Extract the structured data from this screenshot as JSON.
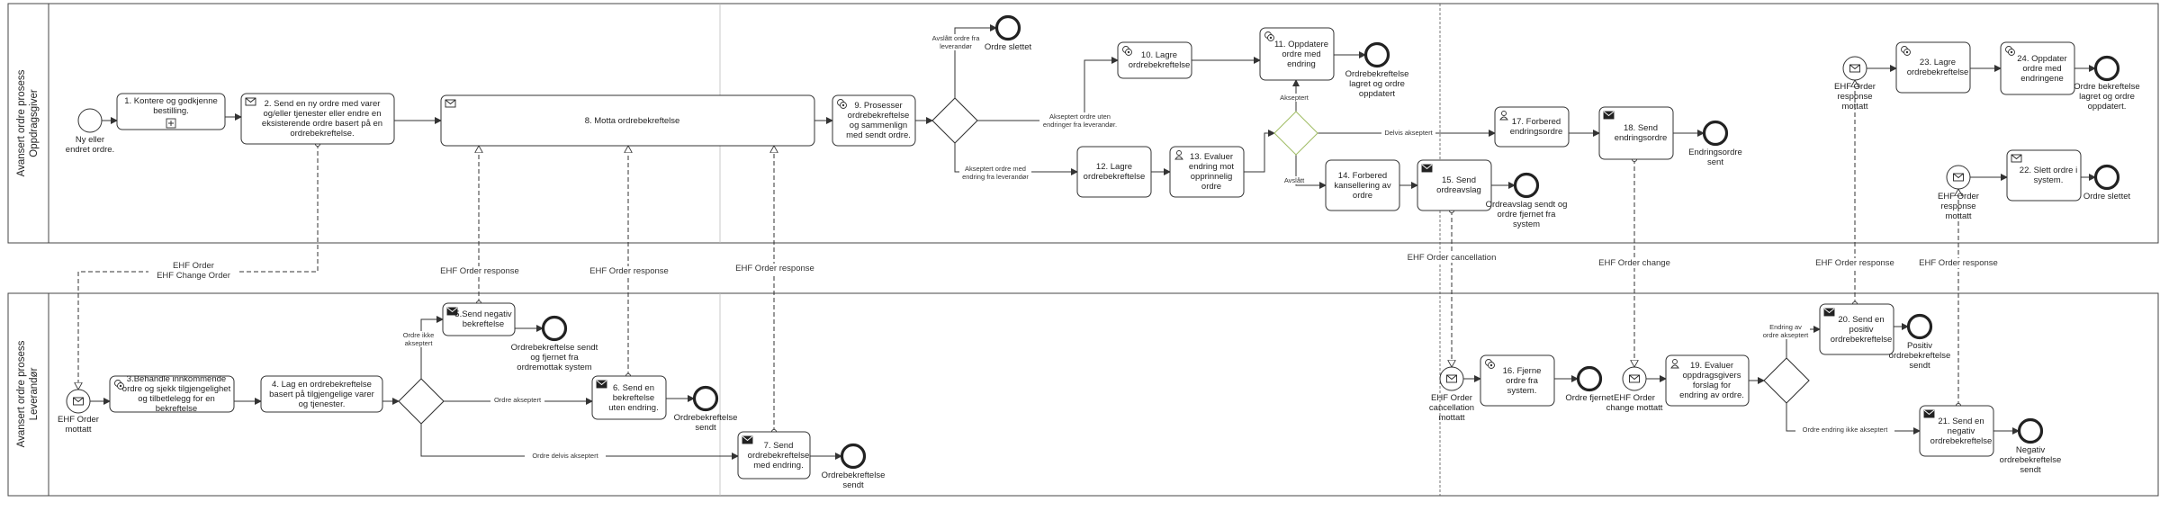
{
  "pools": {
    "top": "Avansert ordre prosess\nOppdragsgiver",
    "bottom": "Avansert ordre prosess\nLeverandør"
  },
  "tasks": {
    "t1": "1. Kontere og godkjenne bestilling.",
    "t2": "2. Send en ny ordre med varer og/eller tjenester eller endre en eksisterende ordre basert på en ordrebekreftelse.",
    "t3": "3.Behandle innkommende ordre og sjekk tilgjengelighet og tilbetlelegg for en bekreftelse",
    "t4": "4. Lag en ordrebekreftelse basert på tilgjengelige varer og tjenester.",
    "t5": "5.Send negativ bekreftelse",
    "t6": "6. Send en bekreftelse uten endring.",
    "t7": "7. Send ordrebekreftelse med endring.",
    "t8": "8. Motta ordrebekreftelse",
    "t9": "9. Prosesser ordrebekreftelse og sammenlign med sendt ordre.",
    "t10": "10. Lagre ordrebekreftelse",
    "t11": "11. Oppdatere ordre med endring",
    "t12": "12. Lagre ordrebekreftelse",
    "t13": "13. Evaluer endring mot opprinnelig ordre",
    "t14": "14. Forbered kansellering av ordre",
    "t15": "15. Send ordreavslag",
    "t16": "16. Fjerne ordre fra system.",
    "t17": "17. Forbered endringsordre",
    "t18": "18. Send endringsordre",
    "t19": "19. Evaluer oppdragsgivers forslag for endring av ordre.",
    "t20": "20. Send en positiv ordrebekreftelse",
    "t21": "21. Send en negativ ordrebekreftelse",
    "t22": "22. Slett ordre i system.",
    "t23": "23. Lagre ordrebekreftelse",
    "t24": "24. Oppdater ordre med endringene"
  },
  "events": {
    "start_top": "Ny eller endret ordre.",
    "ordre_slettet_top": "Ordre slettet",
    "lagret_oppdatert": "Ordrebekreftelse lagret og ordre oppdatert",
    "avslag_sendt": "Ordreavslag sendt og ordre fjernet fra system",
    "endringsordre_sent": "Endringsordre sent",
    "ehf_mottatt_top": "EHF Order response mottatt",
    "ehf_mottatt_top2": "EHF Order response mottatt",
    "ordre_lagret_oppdatert": "Ordre bekreftelse lagret og ordre oppdatert.",
    "ordre_slettet_right": "Ordre slettet",
    "ehf_order_mottatt": "EHF Order mottatt",
    "bekreftelse_fjernet": "Ordrebekreftelse sendt og fjernet fra ordremottak system",
    "ordrebekreftelse_sendt6": "Ordrebekreftelse sendt",
    "ordrebekreftelse_sendt7": "Ordrebekreftelse sendt",
    "cancellation_mottatt": "EHF Order cancellation mottatt",
    "ordre_fjernet": "Ordre fjernet",
    "change_mottatt": "EHF Order change mottatt",
    "positiv_sendt": "Positiv ordrebekreftelse sendt",
    "negativ_sendt": "Negativ ordrebekreftelse sendt"
  },
  "flows": {
    "avslatt_leverandor": "Avslått ordre fra leverandør",
    "akseptert_uten": "Akseptert ordre uten endringer fra leverandør.",
    "akseptert_med": "Akseptert ordre med endring fra leverandør",
    "akseptert": "Akseptert",
    "delvis_akseptert": "Delvis akseptert",
    "avslatt": "Avslått",
    "ordre_ikke_akseptert": "Ordre ikke akseptert",
    "ordre_akseptert": "Ordre akseptert",
    "ordre_delvis_akseptert": "Ordre delvis akseptert",
    "endring_akseptert": "Endring av ordre akseptert",
    "endring_ikke_akseptert": "Ordre endring ikke akseptert"
  },
  "messages": {
    "m_order": "EHF Order\nEHF Change Order",
    "m_resp1": "EHF Order response",
    "m_resp2": "EHF Order response",
    "m_resp3": "EHF Order response",
    "m_cancel": "EHF Order cancellation",
    "m_change": "EHF Order change",
    "m_resp4": "EHF Order response",
    "m_resp5": "EHF Order response"
  }
}
